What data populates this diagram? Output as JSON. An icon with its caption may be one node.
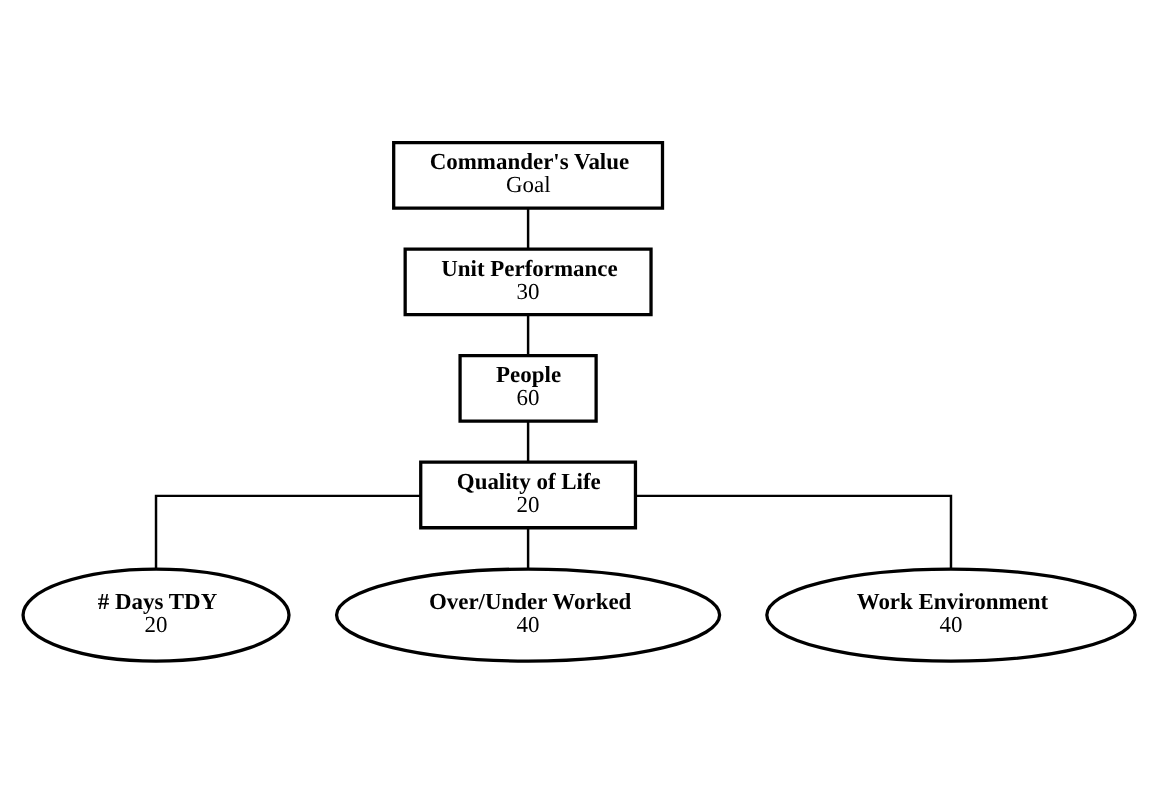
{
  "diagram": {
    "nodes": [
      {
        "text": [
          "Commander's Value",
          "Goal"
        ]
      },
      {
        "text": [
          "Unit Performance",
          "30"
        ]
      },
      {
        "text": [
          "People",
          "60"
        ]
      },
      {
        "text": [
          "Quality of Life",
          "20"
        ]
      },
      {
        "text": [
          "# Days TDY",
          "20"
        ]
      },
      {
        "text": [
          "Over/Under Worked",
          "40"
        ]
      },
      {
        "text": [
          "Work Environment",
          "40"
        ]
      }
    ],
    "edges": [
      {
        "from": 0,
        "to": 1,
        "arrow": "none"
      },
      {
        "from": 1,
        "to": 2,
        "arrow": "none"
      },
      {
        "from": 2,
        "to": 3,
        "arrow": "none"
      },
      {
        "from": 3,
        "to": 4,
        "arrow": "none"
      },
      {
        "from": 3,
        "to": 5,
        "arrow": "none"
      },
      {
        "from": 3,
        "to": 6,
        "arrow": "none"
      }
    ]
  }
}
